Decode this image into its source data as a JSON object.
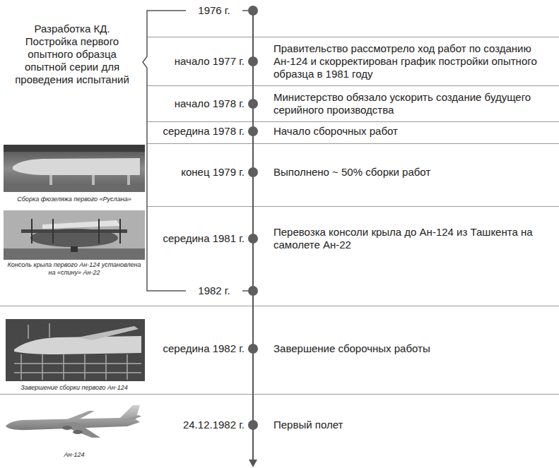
{
  "diagram": {
    "labels": [
      "Разработка КД. Постройка первого опытного образца опытной серии для проведения испытаний",
      "1976 г.",
      "начало 1977 г.",
      "Правительство рассмотрело ход работ по созданию Ан-124 и скорректирован график постройки опытного образца в 1981 году",
      "начало 1978 г.",
      "Министерство обязало ускорить создание будущего серийного производства",
      "середина 1978 г.",
      "Начало сборочных работ",
      "Сборка фюзеляжа первого «Руслана»",
      "конец 1979 г.",
      "Выполнено ~ 50% сборки работ",
      "Консоль крыла первого Ан-124 установлена на «спину» Ан-22",
      "середина 1981 г.",
      "Перевозка консоли крыла до Ан-124 из Ташкента на самолете Ан-22",
      "1982 г.",
      "Завершение сборки первого Ан-124",
      "середина 1982 г.",
      "Завершение сборочных работы",
      "Ан-124",
      "24.12.1982 г.",
      "Первый полет"
    ]
  }
}
